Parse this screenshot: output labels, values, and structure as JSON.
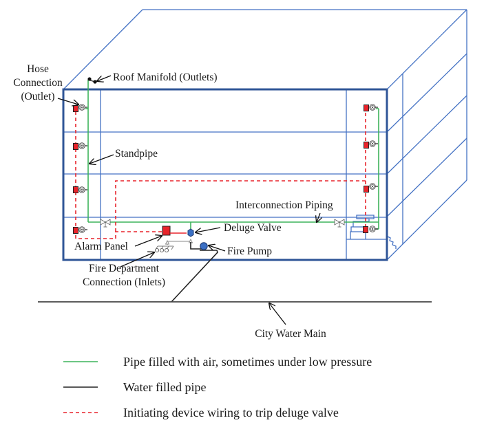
{
  "diagram": {
    "title": "Standpipe system with deluge valve and fire pump",
    "labels": {
      "hose_connection_line1": "Hose",
      "hose_connection_line2": "Connection",
      "hose_connection_line3": "(Outlet)",
      "roof_manifold": "Roof Manifold (Outlets)",
      "standpipe": "Standpipe",
      "interconnection_piping": "Interconnection Piping",
      "deluge_valve": "Deluge Valve",
      "alarm_panel": "Alarm Panel",
      "fire_pump": "Fire Pump",
      "fdc_line1": "Fire Department",
      "fdc_line2": "Connection (Inlets)",
      "city_water_main": "City Water Main"
    },
    "components": [
      {
        "name": "hose-connection",
        "count": 8,
        "icon": "hose-valve-icon"
      },
      {
        "name": "initiating-device",
        "count": 8,
        "icon": "red-square-detector-icon"
      },
      {
        "name": "alarm-panel",
        "icon": "red-panel-icon"
      },
      {
        "name": "deluge-valve",
        "icon": "blue-hexagon-valve-icon"
      },
      {
        "name": "fire-pump",
        "icon": "blue-circle-pump-icon"
      },
      {
        "name": "isolation-valve",
        "count": 2,
        "icon": "gate-valve-icon"
      },
      {
        "name": "fire-department-connection",
        "icon": "siamese-inlet-icon"
      },
      {
        "name": "roof-manifold",
        "icon": "outlet-dots-icon"
      },
      {
        "name": "stairwell",
        "icon": "stairs-icon"
      }
    ],
    "colors": {
      "air_pipe": "#3cb35a",
      "water_pipe": "#222222",
      "wiring": "#e8242b",
      "building": "#4472c4",
      "device_fill": "#e8242b",
      "valve_fill": "#3a6fc4"
    }
  },
  "legend": {
    "items": [
      {
        "label": "Pipe filled with air, sometimes under low pressure",
        "style": "solid-green"
      },
      {
        "label": "Water filled pipe",
        "style": "solid-black"
      },
      {
        "label": "Initiating device wiring to trip deluge valve",
        "style": "dashed-red"
      }
    ]
  }
}
